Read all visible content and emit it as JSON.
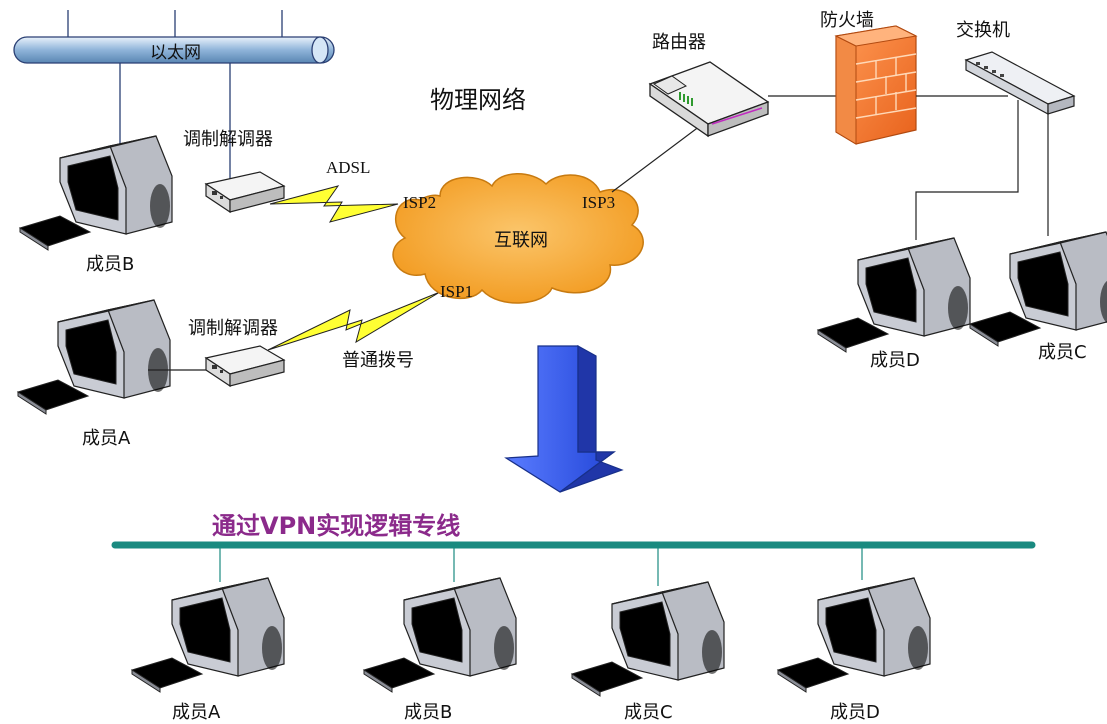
{
  "diagram": {
    "physical_label": "物理网络",
    "ethernet_label": "以太网",
    "internet_label": "互联网",
    "modem_upper_label": "调制解调器",
    "modem_lower_label": "调制解调器",
    "adsl_label": "ADSL",
    "dialup_label": "普通拨号",
    "isp1_label": "ISP1",
    "isp2_label": "ISP2",
    "isp3_label": "ISP3",
    "router_label": "路由器",
    "firewall_label": "防火墙",
    "switch_label": "交换机",
    "vpn_title": "通过VPN实现逻辑专线",
    "members_top": {
      "b": "成员B",
      "a": "成员A",
      "d": "成员D",
      "c": "成员C"
    },
    "members_bottom": [
      "成员A",
      "成员B",
      "成员C",
      "成员D"
    ]
  },
  "colors": {
    "ethernet_bus": "#8fb4d9",
    "internet_cloud": "#f5a623",
    "firewall": "#f07a2a",
    "arrow": "#3a5fe8",
    "vpn_line": "#1a8a80",
    "vpn_text": "#8b2a8b",
    "lightning": "#ffff33",
    "pc_blue": "#bcd8f5",
    "pc_cyan": "#cfeff0",
    "pc_orange": "#f7c79a",
    "pc_purple": "#d7a6f2"
  }
}
